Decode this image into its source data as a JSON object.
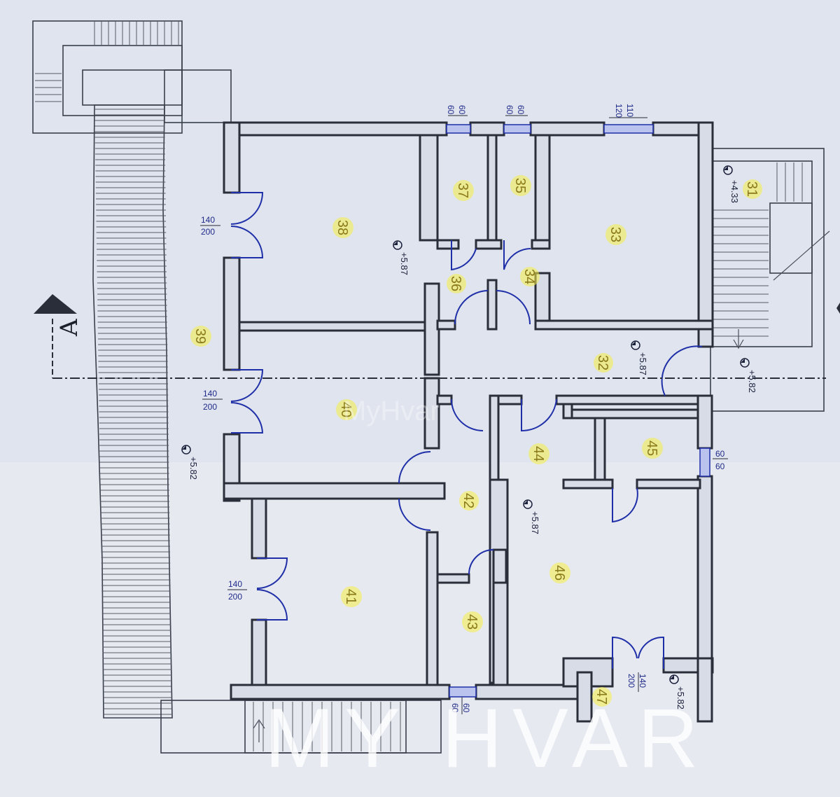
{
  "rooms": {
    "r31": "31",
    "r32": "32",
    "r33": "33",
    "r34": "34",
    "r35": "35",
    "r36": "36",
    "r37": "37",
    "r38": "38",
    "r39": "39",
    "r40": "40",
    "r41": "41",
    "r42": "42",
    "r43": "43",
    "r44": "44",
    "r45": "45",
    "r46": "46",
    "r47": "47"
  },
  "levels": {
    "l_433": "+4.33",
    "l_587": "+5.87",
    "l_582": "+5.82"
  },
  "dimensions": {
    "d60": "60",
    "d110": "110",
    "d120": "120",
    "d140": "140",
    "d200": "200"
  },
  "section_mark": "A",
  "watermark": {
    "small": "MyHvar",
    "large": "MY HVAR"
  }
}
